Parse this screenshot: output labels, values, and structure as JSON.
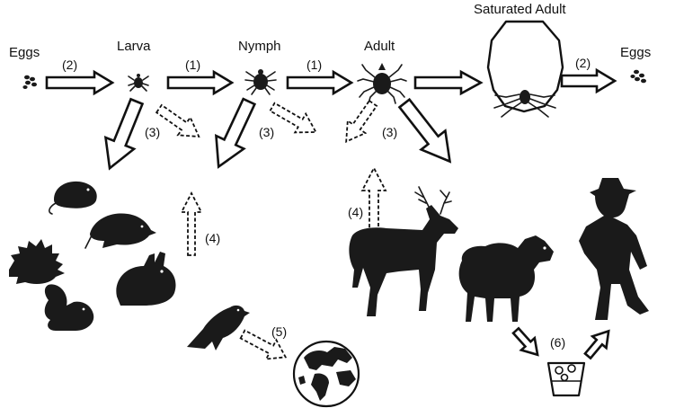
{
  "stages": {
    "eggs_start": "Eggs",
    "larva": "Larva",
    "nymph": "Nymph",
    "adult": "Adult",
    "saturated_adult": "Saturated Adult",
    "eggs_end": "Eggs"
  },
  "steps": {
    "eggs_to_larva": "(2)",
    "larva_to_nymph": "(1)",
    "nymph_to_adult": "(1)",
    "saturated_to_eggs": "(2)",
    "larva_to_small_mammals": "(3)",
    "nymph_to_hosts": "(3)",
    "adult_to_large_mammals": "(3)",
    "bird_to_nymph": "(4)",
    "large_mammals_to_adult": "(4)",
    "bird_to_world": "(5)",
    "human_transmission": "(6)"
  },
  "icons": {
    "eggs": "egg-cluster-icon",
    "larva": "tick-larva-icon",
    "nymph": "tick-nymph-icon",
    "adult": "tick-adult-icon",
    "saturated": "engorged-tick-icon",
    "mole": "mole-icon",
    "hedgehog": "hedgehog-icon",
    "shrew": "shrew-icon",
    "rabbit": "rabbit-icon",
    "squirrel": "squirrel-icon",
    "bird": "bird-icon",
    "globe": "globe-icon",
    "deer": "deer-icon",
    "sheep": "sheep-icon",
    "human": "human-icon",
    "cup": "cup-icon"
  },
  "colors": {
    "ink": "#111111",
    "silhouette": "#1a1a1a",
    "background": "#ffffff"
  }
}
